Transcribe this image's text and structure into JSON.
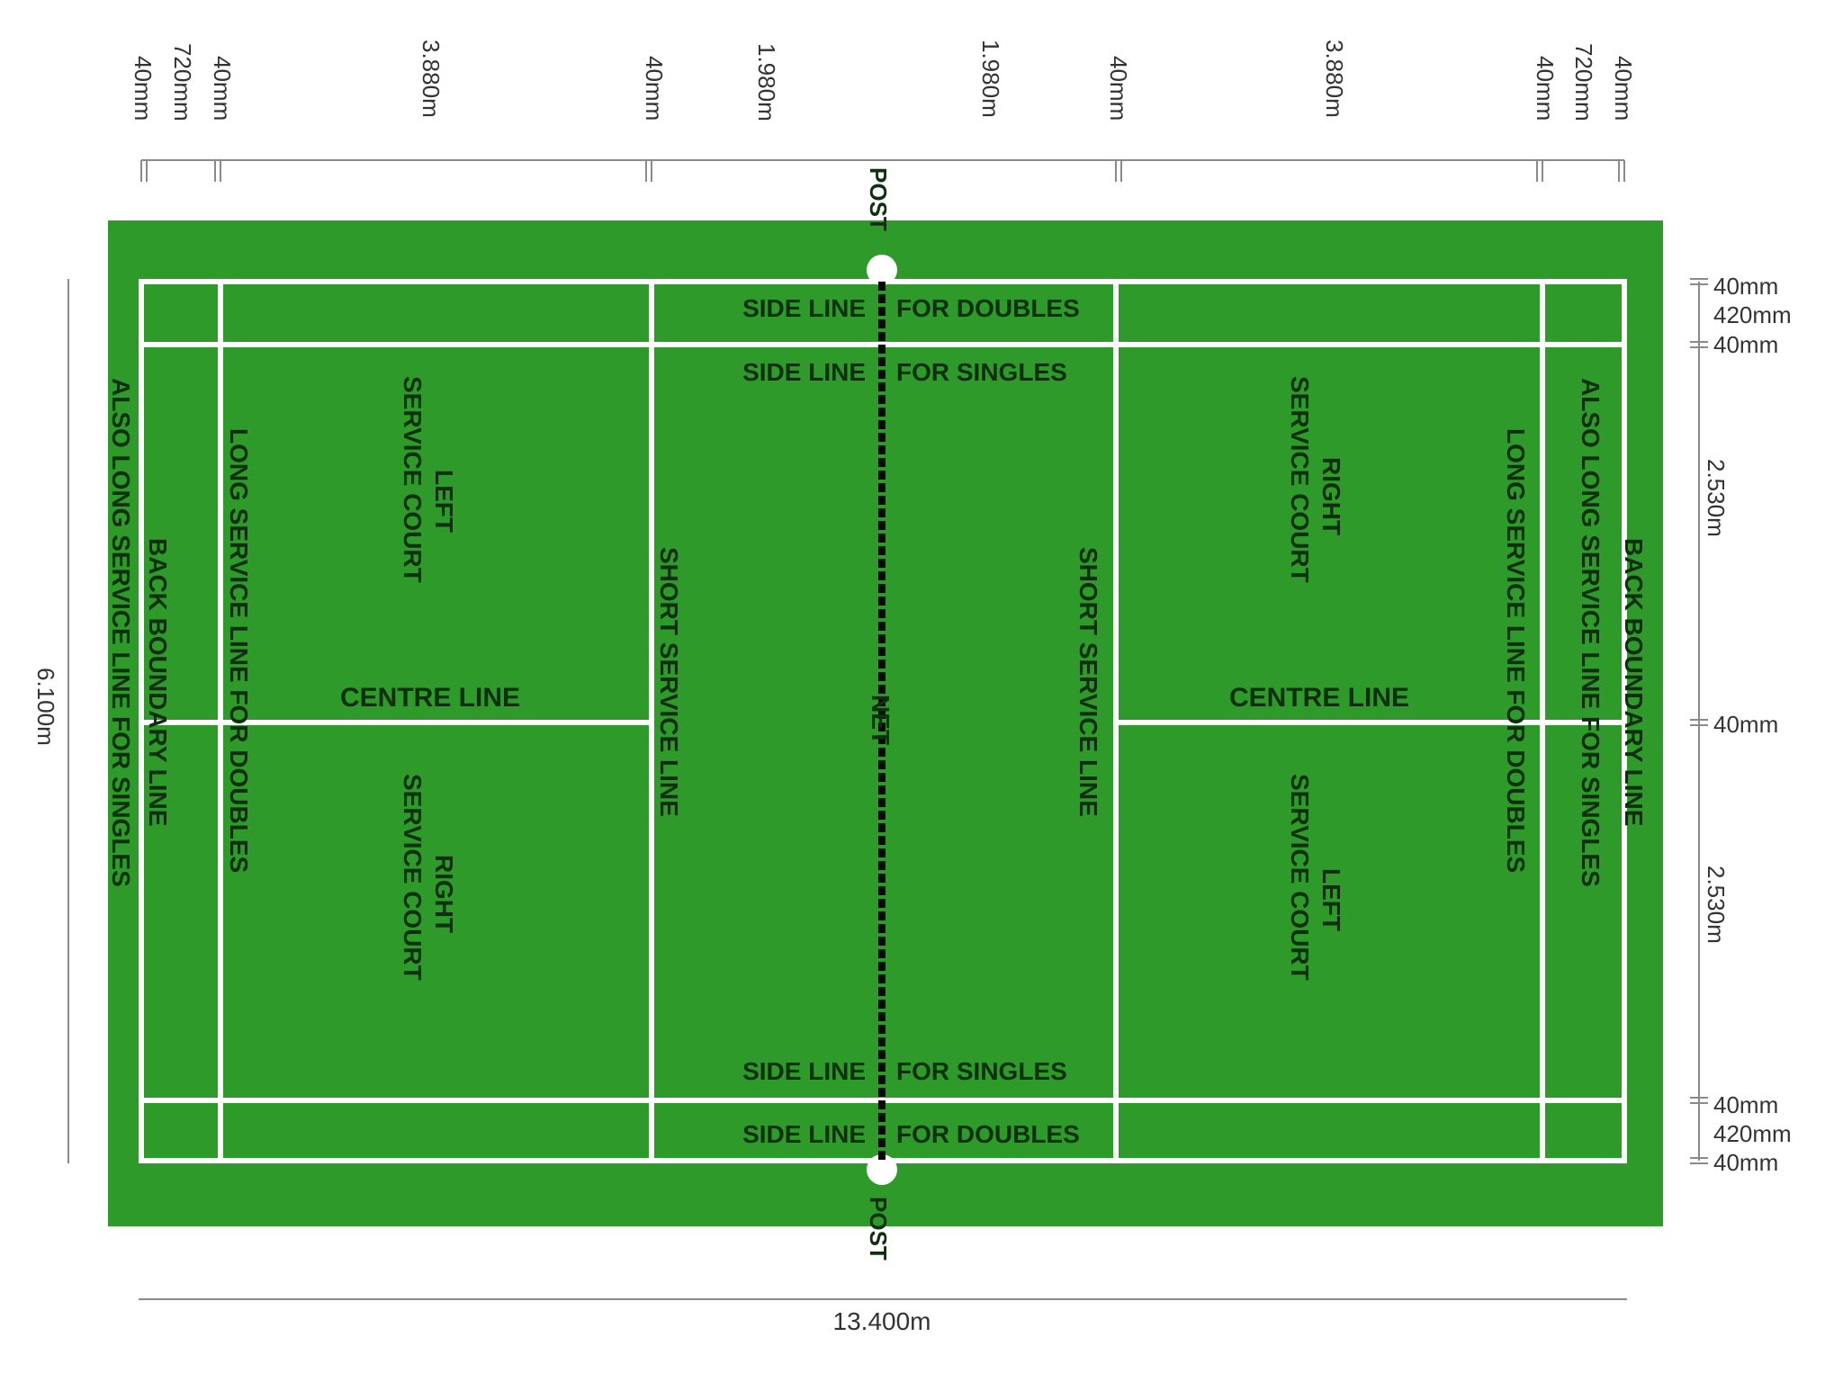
{
  "colors": {
    "court": "#2e9a2a",
    "lines": "#ffffff",
    "net": "#0a0a0a",
    "label_text": "#0f2f0f",
    "dimension_text": "#333333"
  },
  "top_dimensions": [
    "40mm",
    "720mm",
    "40mm",
    "3.880m",
    "40mm",
    "1.980m",
    "1.980m",
    "40mm",
    "3.880m",
    "40mm",
    "720mm",
    "40mm"
  ],
  "right_dimensions": {
    "top_outer": "40mm",
    "top_alley": "420mm",
    "top_inner": "40mm",
    "upper_service": "2.530m",
    "centre": "40mm",
    "lower_service": "2.530m",
    "bottom_inner": "40mm",
    "bottom_alley": "420mm",
    "bottom_outer": "40mm"
  },
  "overall": {
    "width": "13.400m",
    "height": "6.100m"
  },
  "labels": {
    "post": "POST",
    "net": "NET",
    "side_line_doubles_left": "SIDE LINE",
    "side_line_doubles_right": "FOR DOUBLES",
    "side_line_singles_left": "SIDE LINE",
    "side_line_singles_right": "FOR SINGLES",
    "centre_line": "CENTRE LINE",
    "short_service_line": "SHORT SERVICE LINE",
    "long_service_doubles": "LONG SERVICE LINE FOR DOUBLES",
    "back_boundary": "BACK BOUNDARY LINE",
    "also_long_singles": "ALSO LONG SERVICE LINE FOR SINGLES",
    "left_court_1": "LEFT",
    "right_court_1": "RIGHT",
    "service_court": "SERVICE COURT"
  }
}
